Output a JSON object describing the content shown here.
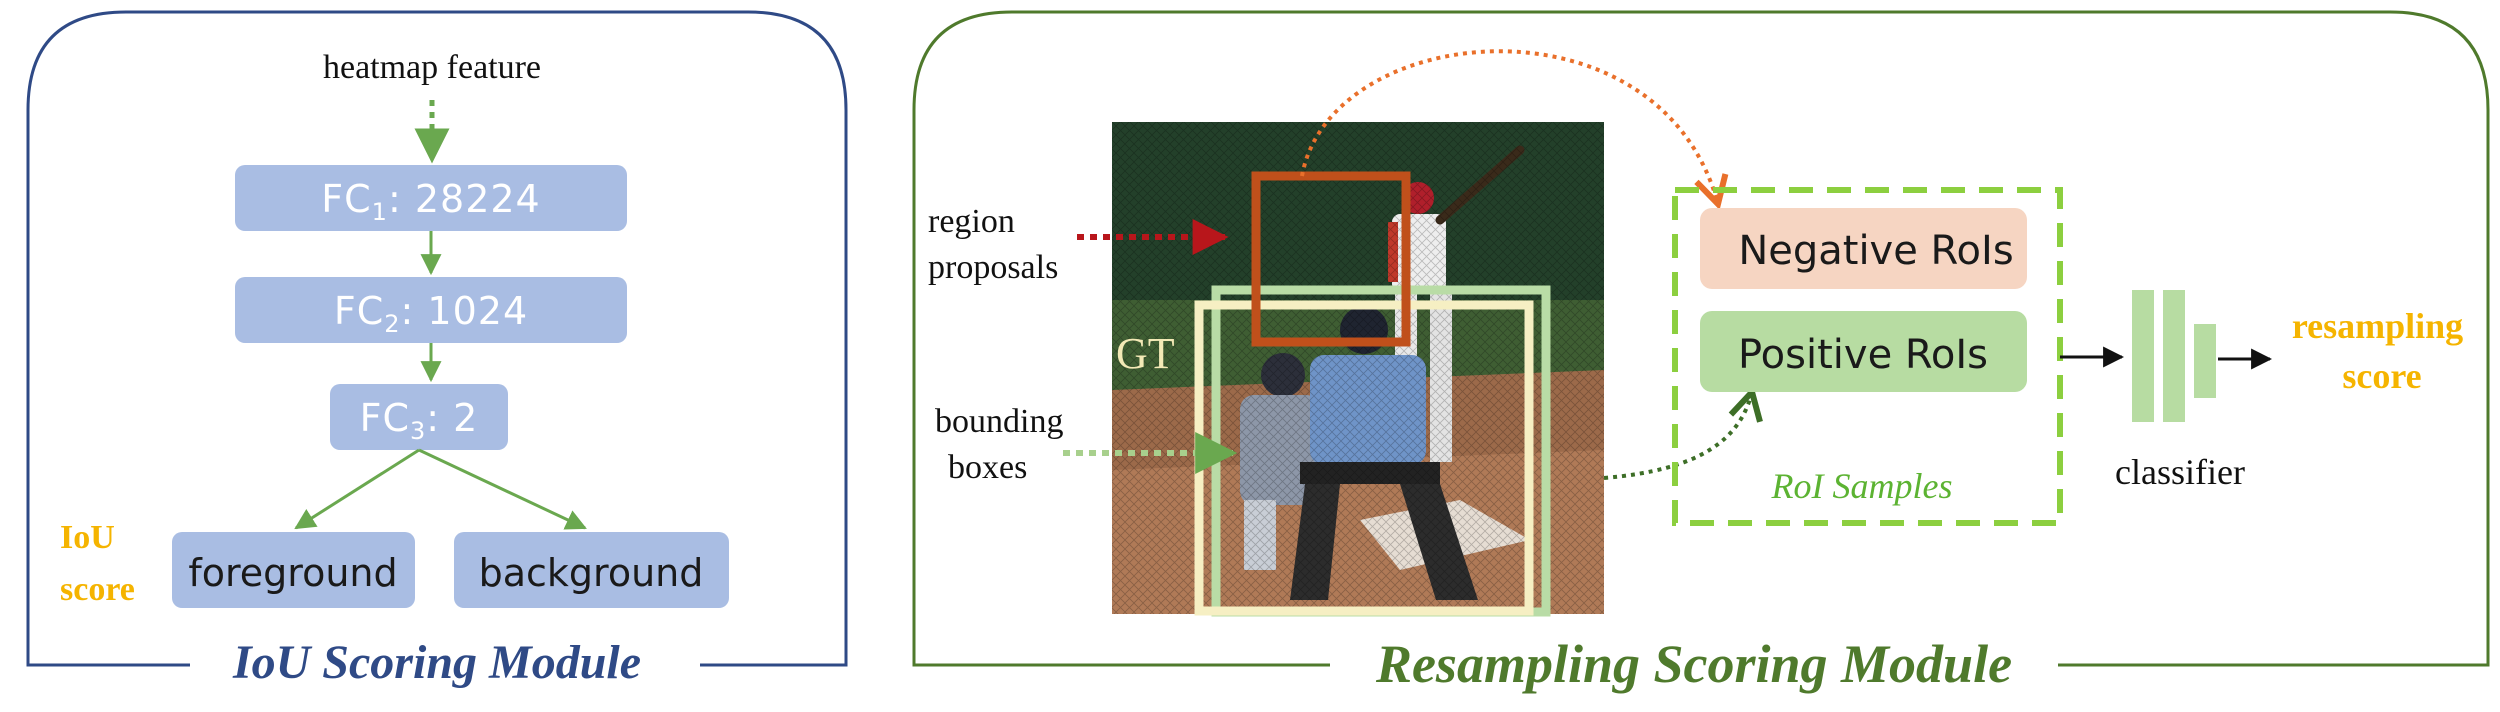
{
  "iou_module": {
    "title": "IoU Scoring Module",
    "input_label": "heatmap feature",
    "fc1": {
      "name": "FC",
      "sub": "1",
      "value": ": 28224"
    },
    "fc2": {
      "name": "FC",
      "sub": "2",
      "value": ": 1024"
    },
    "fc3": {
      "name": "FC",
      "sub": "3",
      "value": ": 2"
    },
    "foreground": "foreground",
    "background": "background",
    "iou_score_line1": "IoU",
    "iou_score_line2": "score"
  },
  "resampling_module": {
    "title": "Resampling Scoring Module",
    "region_line1": "region",
    "region_line2": "proposals",
    "bbox_line1": "bounding",
    "bbox_line2": "boxes",
    "gt_label": "GT",
    "negative": "Negative RoIs",
    "positive": "Positive RoIs",
    "samples_label": "RoI Samples",
    "classifier": "classifier",
    "score_line1": "resampling",
    "score_line2": "score"
  },
  "colors": {
    "iou_frame": "#2f4a86",
    "res_frame": "#4f7a2c",
    "fc_box": "#a9bde3",
    "green_arrow": "#6aa84f",
    "orange": "#f5b400",
    "proposal_box": "#c0501b",
    "negative_fill": "#f6d5c2",
    "positive_fill": "#b7dca2",
    "samples_dash": "#8ccf3f"
  }
}
